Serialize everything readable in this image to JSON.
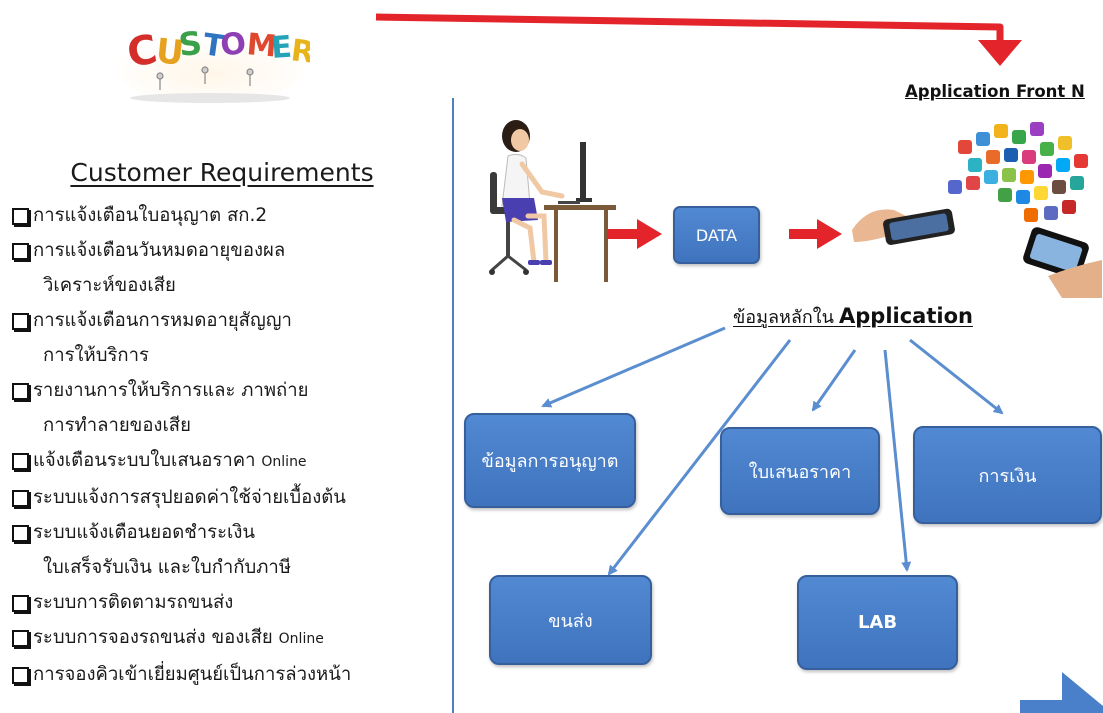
{
  "logo": {
    "text": "CUSTOMER"
  },
  "requirements": {
    "title": "Customer Requirements",
    "items": [
      {
        "lines": [
          "การแจ้งเตือนใบอนุญาต สก.2"
        ]
      },
      {
        "lines": [
          "การแจ้งเตือนวันหมดอายุของผล",
          "วิเคราะห์ของเสีย"
        ]
      },
      {
        "lines": [
          "การแจ้งเตือนการหมดอายุสัญญา",
          "การให้บริการ"
        ]
      },
      {
        "lines": [
          "รายงานการให้บริการและ ภาพถ่าย",
          "การทำลายของเสีย"
        ]
      },
      {
        "lines": [
          "แจ้งเตือนระบบใบเสนอราคา"
        ],
        "suffix": "Online"
      },
      {
        "lines": [
          "ระบบแจ้งการสรุปยอดค่าใช้จ่ายเบื้องต้น"
        ]
      },
      {
        "lines": [
          "ระบบแจ้งเตือนยอดชำระเงิน",
          "ใบเสร็จรับเงิน และใบกำกับภาษี"
        ]
      },
      {
        "lines": [
          "ระบบการติดตามรถขนส่ง"
        ]
      },
      {
        "lines": [
          "ระบบการจองรถขนส่ง ของเสีย"
        ],
        "suffix": "Online"
      },
      {
        "lines": [
          "การจองคิวเข้าเยี่ยมศูนย์เป็นการล่วงหน้า"
        ]
      }
    ]
  },
  "diagram": {
    "front_label": "Application Front N",
    "data_label": "DATA",
    "main_label_th": "ข้อมูลหลักใน",
    "main_label_en": "Application",
    "nodes": {
      "license": "ข้อมูลการอนุญาต",
      "quote": "ใบเสนอราคา",
      "finance": "การเงิน",
      "transport": "ขนส่ง",
      "lab": "LAB"
    }
  },
  "colors": {
    "arrow_red": "#e3252b",
    "node_blue": "#4a80c9",
    "connector_blue": "#5a8ed0",
    "divider": "#4f7fc0"
  }
}
